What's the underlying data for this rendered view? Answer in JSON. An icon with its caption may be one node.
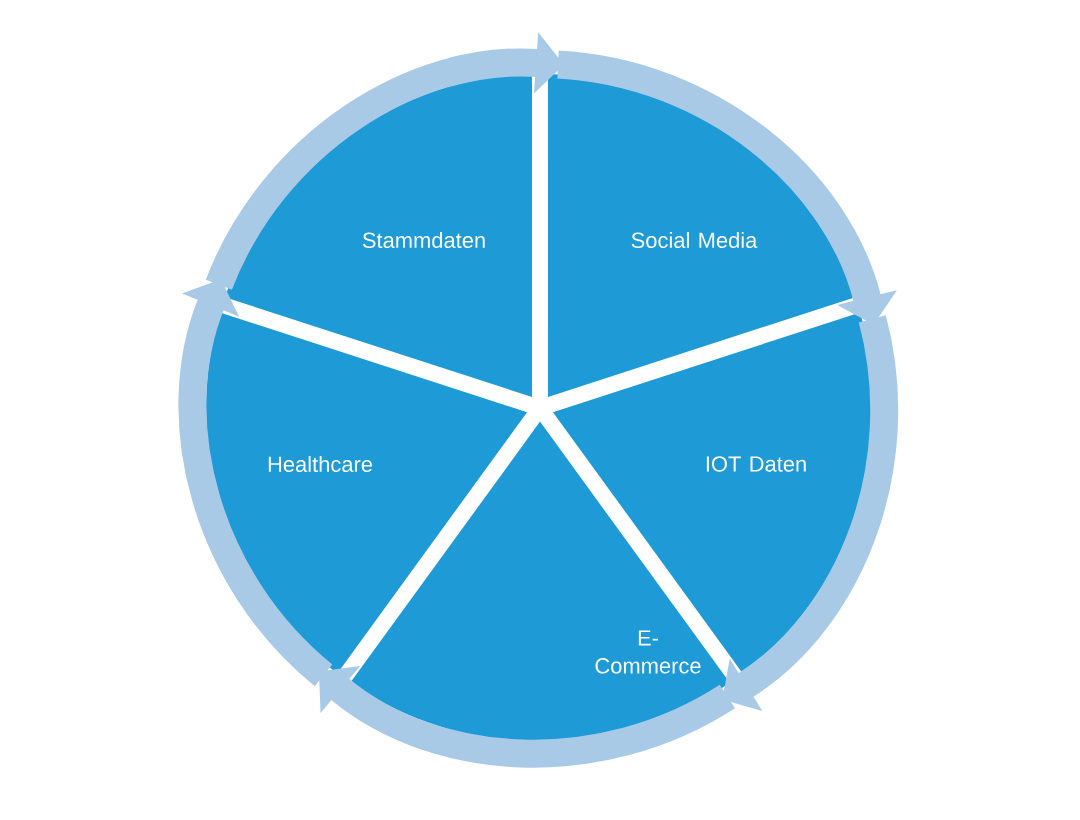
{
  "diagram": {
    "nodes": [
      {
        "text": [
          "Stammdaten"
        ]
      },
      {
        "text": [
          "Social Media"
        ]
      },
      {
        "text": [
          "Healthcare"
        ]
      },
      {
        "text": [
          "IOT Daten"
        ]
      },
      {
        "text": [
          "E- Commerce"
        ]
      }
    ],
    "edges": [
      {
        "from": 0,
        "to": 1,
        "arrow": "to"
      },
      {
        "from": 1,
        "to": 3,
        "arrow": "to"
      },
      {
        "from": 3,
        "to": 4,
        "arrow": "to"
      },
      {
        "from": 4,
        "to": 2,
        "arrow": "to"
      },
      {
        "from": 2,
        "to": 0,
        "arrow": "to"
      }
    ]
  }
}
